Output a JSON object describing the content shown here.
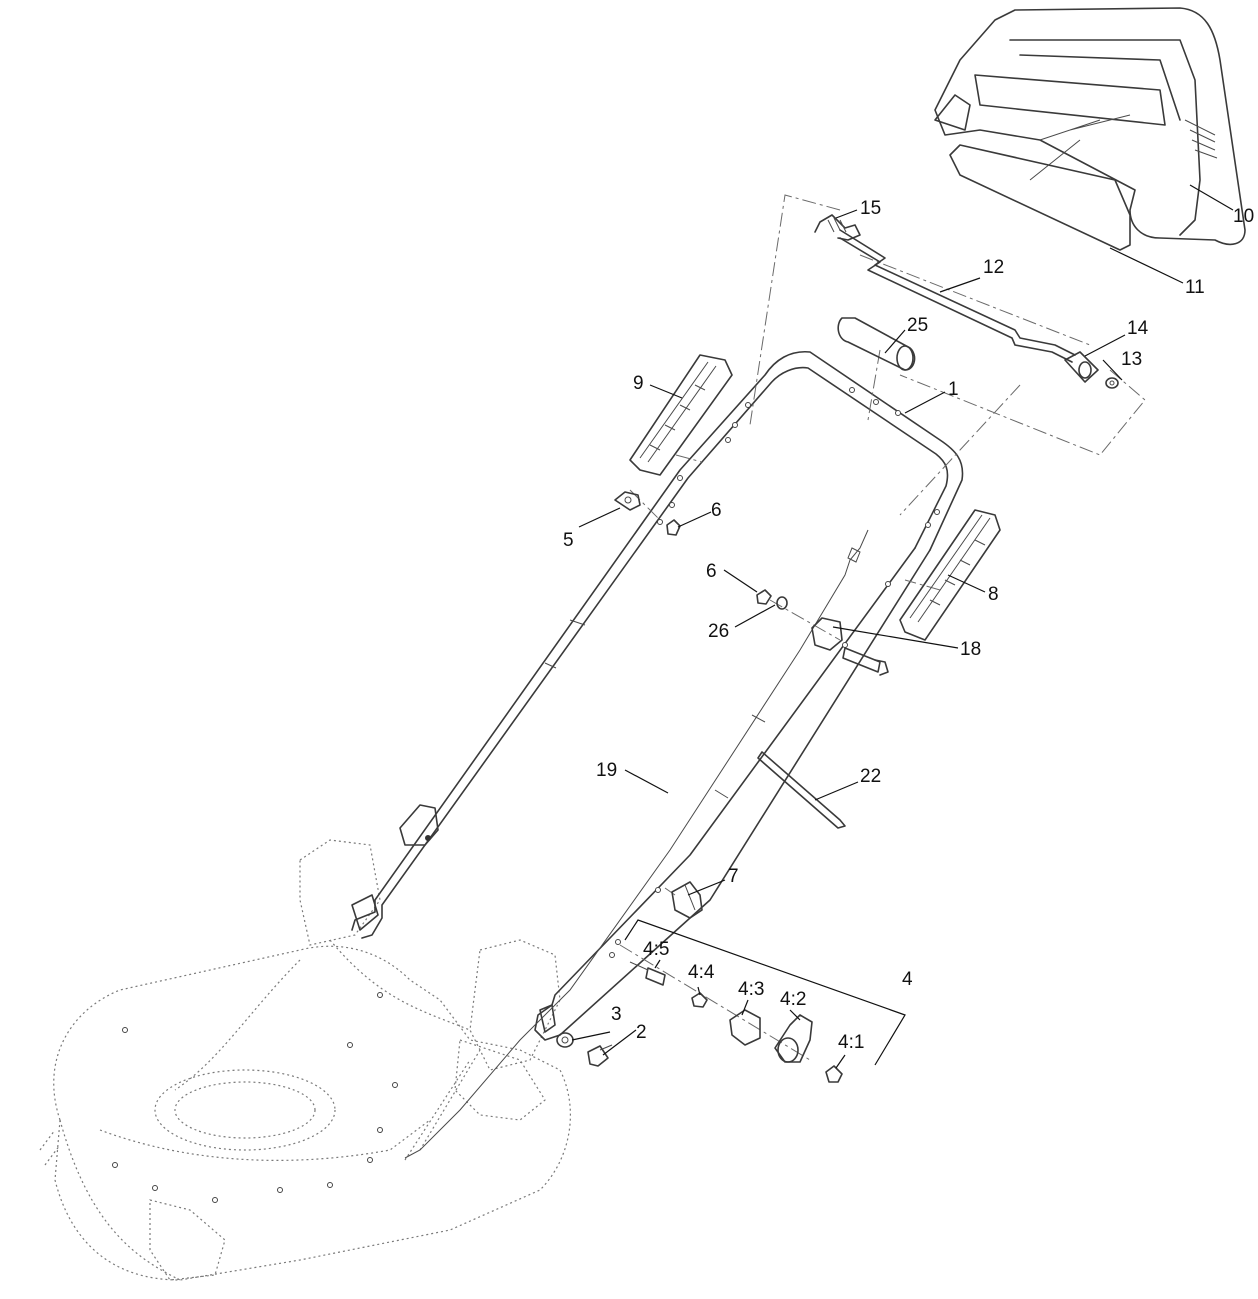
{
  "callouts": [
    {
      "id": "c1",
      "text": "1"
    },
    {
      "id": "c2",
      "text": "2"
    },
    {
      "id": "c3",
      "text": "3"
    },
    {
      "id": "c4",
      "text": "4"
    },
    {
      "id": "c4_1",
      "text": "4:1"
    },
    {
      "id": "c4_2",
      "text": "4:2"
    },
    {
      "id": "c4_3",
      "text": "4:3"
    },
    {
      "id": "c4_4",
      "text": "4:4"
    },
    {
      "id": "c4_5",
      "text": "4:5"
    },
    {
      "id": "c5",
      "text": "5"
    },
    {
      "id": "c6a",
      "text": "6"
    },
    {
      "id": "c6b",
      "text": "6"
    },
    {
      "id": "c7",
      "text": "7"
    },
    {
      "id": "c8",
      "text": "8"
    },
    {
      "id": "c9",
      "text": "9"
    },
    {
      "id": "c10",
      "text": "10"
    },
    {
      "id": "c11",
      "text": "11"
    },
    {
      "id": "c12",
      "text": "12"
    },
    {
      "id": "c13",
      "text": "13"
    },
    {
      "id": "c14",
      "text": "14"
    },
    {
      "id": "c15",
      "text": "15"
    },
    {
      "id": "c18",
      "text": "18"
    },
    {
      "id": "c19",
      "text": "19"
    },
    {
      "id": "c22",
      "text": "22"
    },
    {
      "id": "c25",
      "text": "25"
    },
    {
      "id": "c26",
      "text": "26"
    }
  ]
}
